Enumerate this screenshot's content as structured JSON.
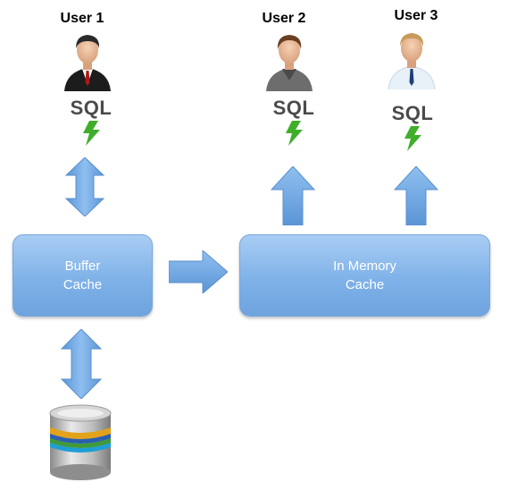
{
  "users": [
    {
      "label": "User 1",
      "sql": "SQL"
    },
    {
      "label": "User 2",
      "sql": "SQL"
    },
    {
      "label": "User 3",
      "sql": "SQL"
    }
  ],
  "boxes": {
    "buffer_cache": {
      "line1": "Buffer",
      "line2": "Cache"
    },
    "in_memory_cache": {
      "line1": "In Memory",
      "line2": "Cache"
    }
  },
  "colors": {
    "box_fill": "#7fb2e8",
    "arrow_fill": "#6fa6e0",
    "bolt": "#3fae2a"
  },
  "icons": {
    "user_1": "businessman-dark-suit-icon",
    "user_2": "man-grey-jacket-icon",
    "user_3": "man-shirt-tie-icon",
    "database": "database-cylinder-icon",
    "bolt": "lightning-bolt-icon"
  }
}
